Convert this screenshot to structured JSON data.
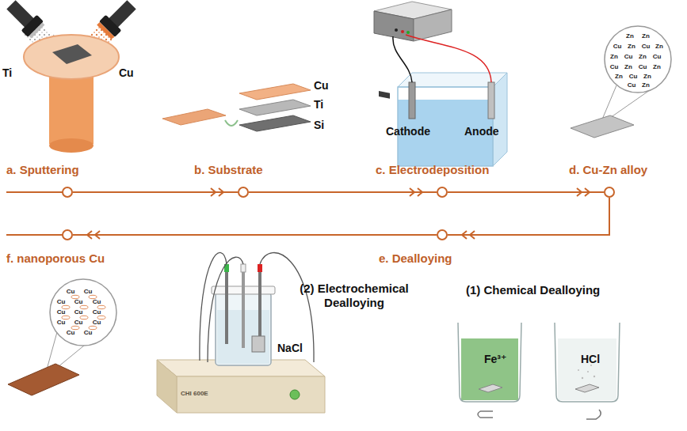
{
  "diagram": {
    "nodes": [
      {
        "text": [
          "a. Sputtering"
        ]
      },
      {
        "text": [
          "b. Substrate"
        ]
      },
      {
        "text": [
          "c. Electrodeposition"
        ]
      },
      {
        "text": [
          "d. Cu-Zn alloy"
        ]
      },
      {
        "text": [
          "e. Dealloying"
        ]
      },
      {
        "text": [
          "f. nanoporous Cu"
        ]
      }
    ],
    "edges": [
      {
        "from": 0,
        "to": 1,
        "arrow": "to"
      },
      {
        "from": 1,
        "to": 2,
        "arrow": "to"
      },
      {
        "from": 2,
        "to": 3,
        "arrow": "to"
      },
      {
        "from": 3,
        "to": 4,
        "arrow": "to"
      },
      {
        "from": 4,
        "to": 5,
        "arrow": "to"
      }
    ],
    "labels": [
      "Ti",
      "Cu",
      "Cu",
      "Ti",
      "Si",
      "Cathode",
      "Anode",
      "(2) Electrochemical Dealloying",
      "(1) Chemical Dealloying",
      "NaCl",
      "Fe³⁺",
      "HCl",
      "CHI 600E",
      "Zn",
      "Zn",
      "Cu",
      "Zn",
      "Cu",
      "Zn",
      "Zn",
      "Cu",
      "Zn",
      "Cu",
      "Cu",
      "Zn",
      "Cu",
      "Zn",
      "Zn",
      "Cu",
      "Zn",
      "Cu",
      "Zn",
      "Cu",
      "Cu",
      "Cu",
      "Cu",
      "Cu",
      "Cu",
      "Cu",
      "Cu",
      "Cu",
      "Cu",
      "Cu",
      "Cu",
      "Cu"
    ]
  }
}
